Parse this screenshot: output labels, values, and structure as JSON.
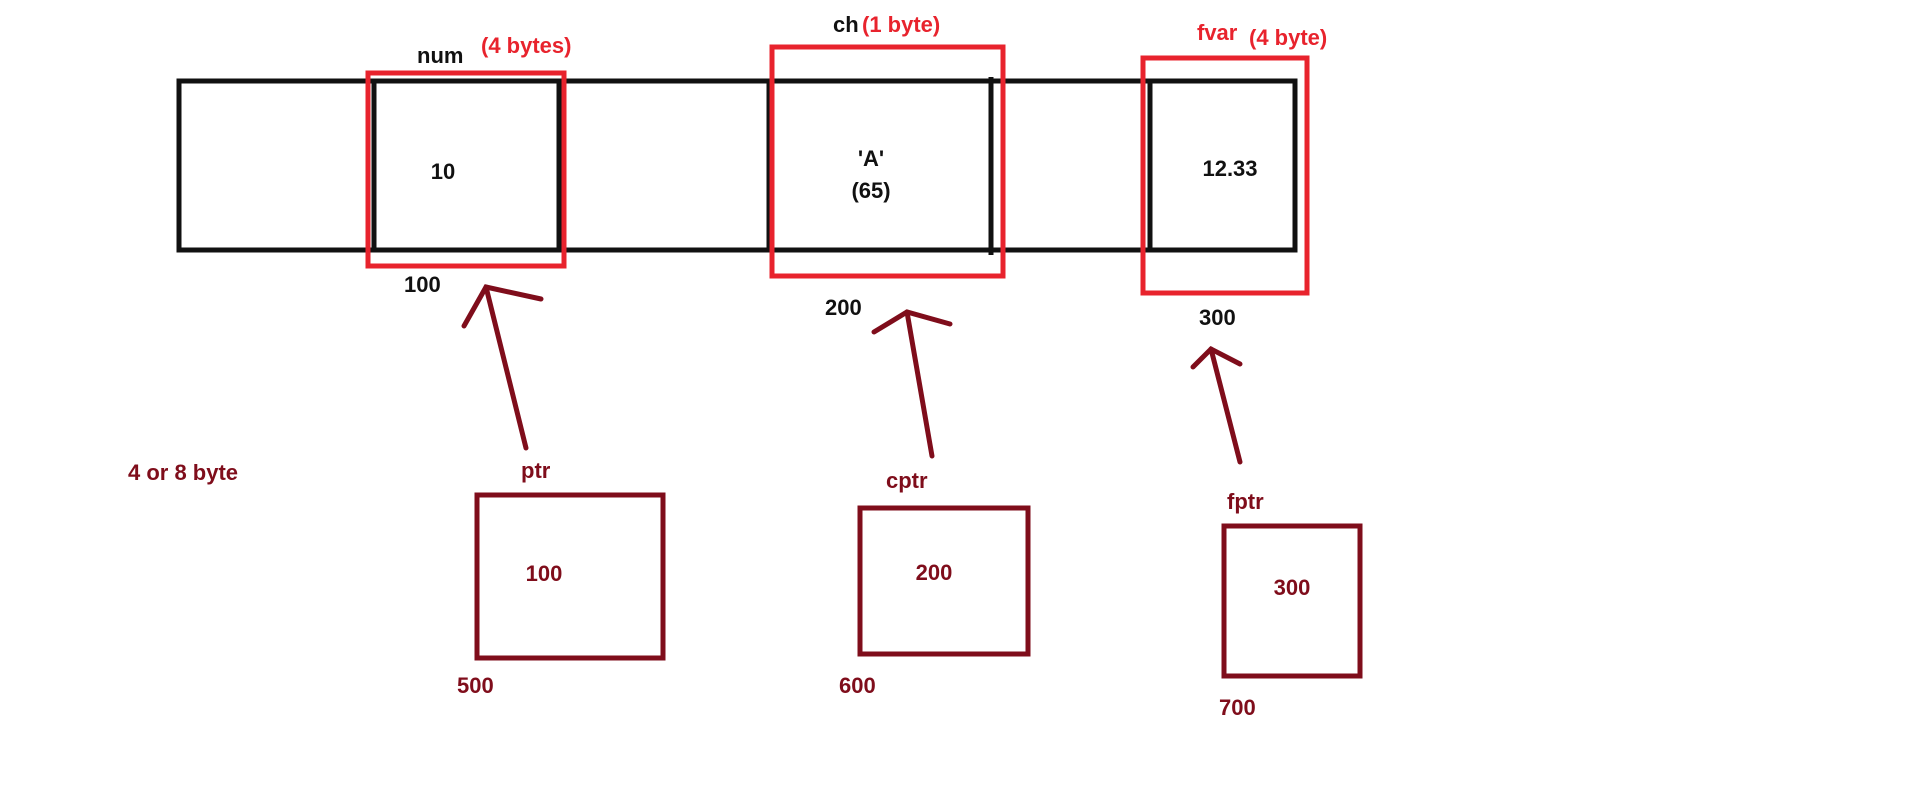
{
  "colors": {
    "memory_outline": "#111111",
    "variable_box": "#e8232d",
    "pointer": "#7f0d1b"
  },
  "pointer_size_note": "4 or 8 byte",
  "variables": [
    {
      "name": "num",
      "size": "(4 bytes)",
      "value_line1": "10",
      "value_line2": "",
      "address": "100"
    },
    {
      "name": "ch",
      "size": "(1 byte)",
      "value_line1": "'A'",
      "value_line2": "(65)",
      "address": "200"
    },
    {
      "name": "fvar",
      "size": "(4 byte)",
      "value_line1": "12.33",
      "value_line2": "",
      "address": "300"
    }
  ],
  "pointers": [
    {
      "name": "ptr",
      "value": "100",
      "address": "500"
    },
    {
      "name": "cptr",
      "value": "200",
      "address": "600"
    },
    {
      "name": "fptr",
      "value": "300",
      "address": "700"
    }
  ]
}
